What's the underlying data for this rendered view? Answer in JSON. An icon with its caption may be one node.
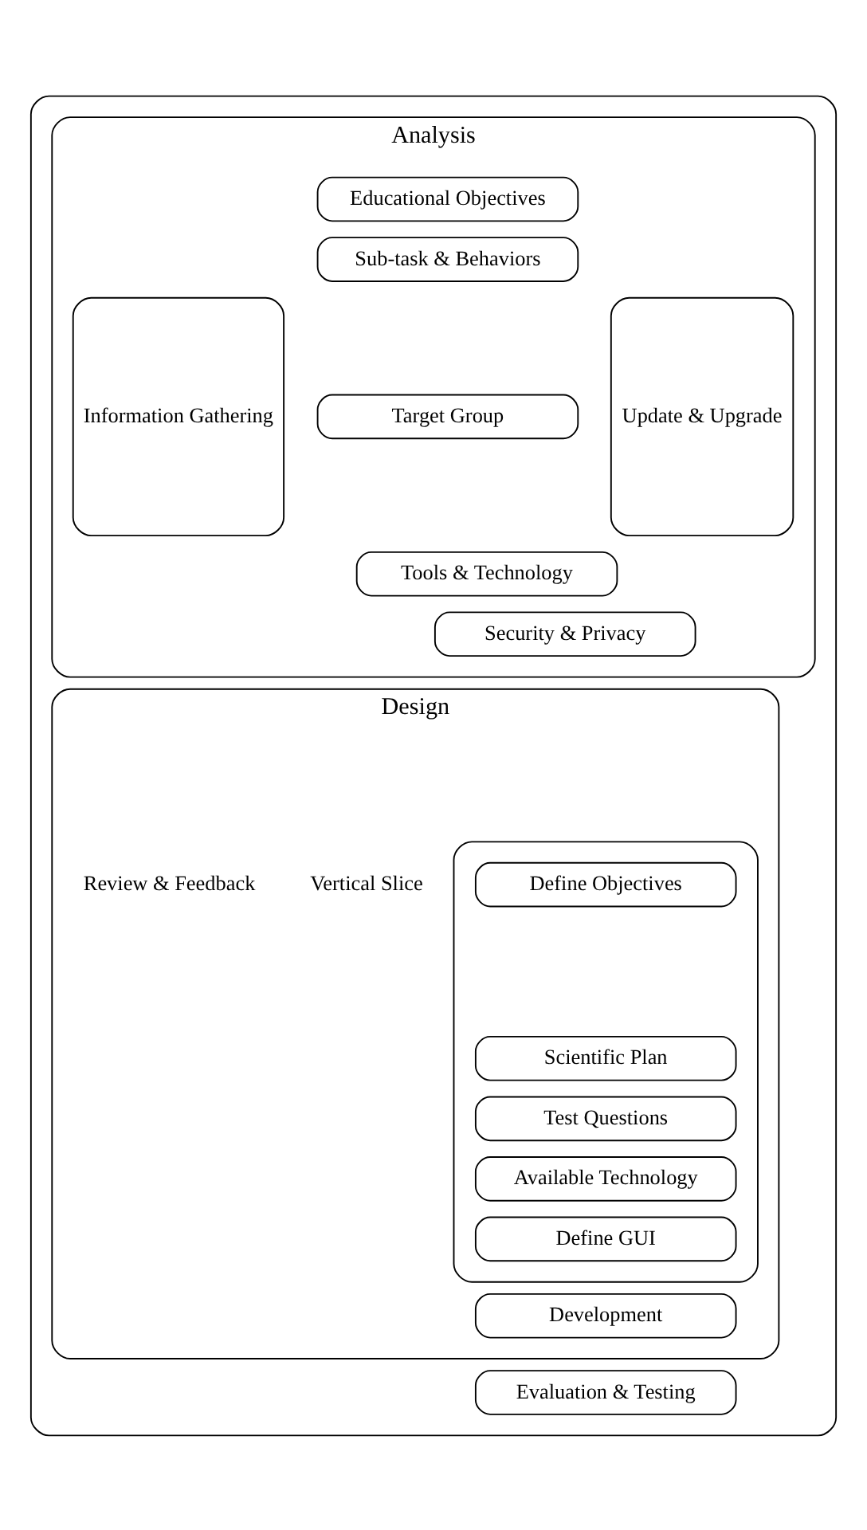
{
  "diagram": {
    "nodes": [
      {
        "text": [],
        "shape": "box"
      },
      {
        "text": [
          "Analysis"
        ],
        "in": 0
      },
      {
        "text": [
          "Information Gathering"
        ],
        "in": 1
      },
      {
        "text": [
          "Educational Objectives"
        ],
        "in": 1
      },
      {
        "text": [
          "Sub-task & Behaviors"
        ],
        "in": 1
      },
      {
        "text": [
          "Target Group"
        ],
        "in": 1
      },
      {
        "text": [
          "Tools & Technology"
        ],
        "in": 1
      },
      {
        "text": [
          "Security & Privacy"
        ],
        "in": 1
      },
      {
        "text": [
          "Update & Upgrade"
        ],
        "in": 1
      },
      {
        "text": [
          "Design"
        ],
        "in": 0
      },
      {
        "text": [],
        "shape": "box",
        "in": 9
      },
      {
        "text": [
          "Define Objectives"
        ],
        "in": 10
      },
      {
        "text": [
          "Scientific Plan"
        ],
        "in": 10
      },
      {
        "text": [
          "Test Questions"
        ],
        "in": 10
      },
      {
        "text": [
          "Available Technology"
        ],
        "in": 10
      },
      {
        "text": [
          "Define GUI"
        ],
        "in": 10
      },
      {
        "text": [
          "Development"
        ],
        "in": 9
      },
      {
        "text": [
          "Evaluation & Testing"
        ],
        "in": 0
      }
    ],
    "labels": [
      "Vertical Slice",
      "Review & Feedback"
    ]
  }
}
